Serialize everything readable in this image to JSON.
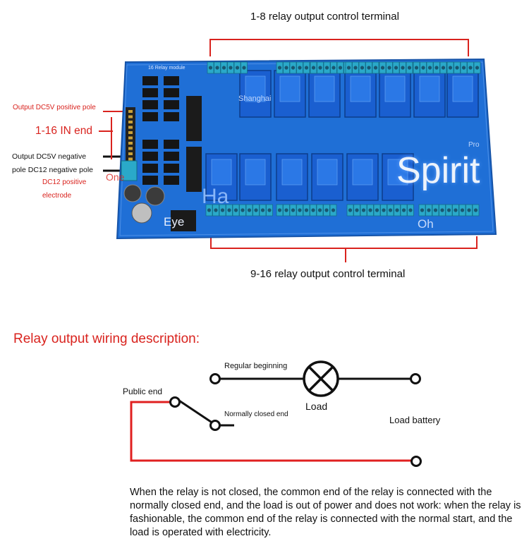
{
  "top_terminal_label": "1-8 relay output control terminal",
  "bottom_terminal_label": "9-16 relay output control terminal",
  "board_silkscreen": "16 Relay module",
  "left_labels": {
    "out_pos": "Output DC5V positive pole",
    "in_end": "1-16 IN end",
    "out_neg_line1": "Output DC5V negative",
    "out_neg_line2": "pole DC12 negative pole",
    "dc12_line1": "DC12 positive",
    "dc12_line2": "electrode"
  },
  "watermarks": {
    "spirit": "Spirit",
    "one": "One",
    "ha": "Ha",
    "eye": "Eye",
    "oh": "Oh",
    "shanghai": "Shanghai",
    "pro": "Pro"
  },
  "section_title": "Relay output wiring description:",
  "circuit": {
    "regular": "Regular beginning",
    "load": "Load",
    "public": "Public end",
    "normally_closed": "Normally closed end",
    "battery": "Load battery"
  },
  "description": "When the relay is not closed, the common end of the relay is connected with the normally closed end, and the load is out of power and does not work: when the relay is fashionable, the common end of the relay is connected with the normal start, and the load is operated with electricity.",
  "colors": {
    "board": "#1f6fd6",
    "relay": "#1a5fd0",
    "terminal": "#2aa9c9",
    "accent_red": "#d9231e",
    "wire_red": "#e02020"
  }
}
